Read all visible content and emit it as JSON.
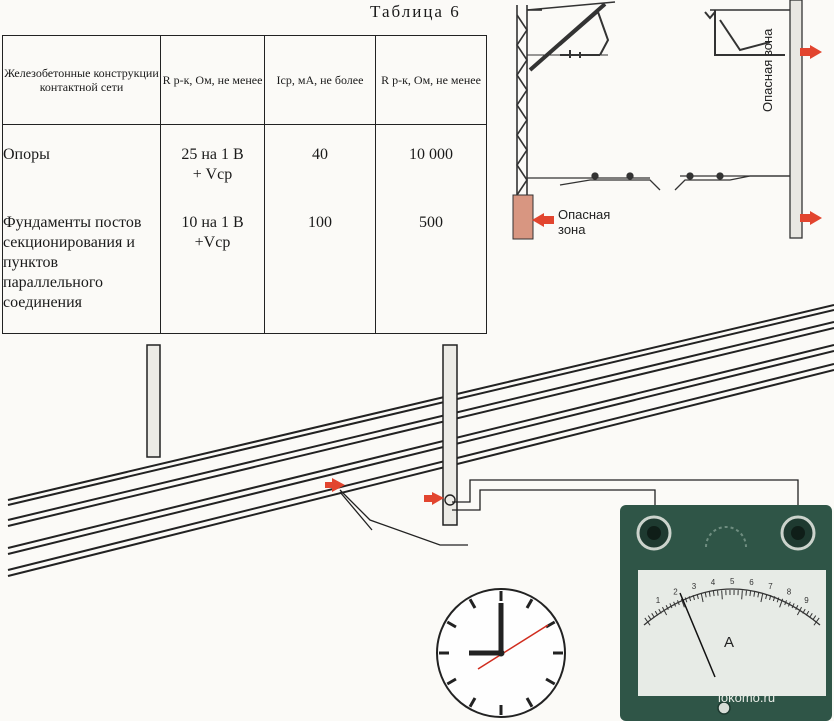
{
  "table": {
    "caption": "Таблица 6",
    "headers": [
      "Железобетонные конструкции контактной сети",
      "R р-к, Ом, не менее",
      "Iср, мА, не более",
      "R р-к, Ом, не менее"
    ],
    "rows": [
      {
        "name": "Опоры",
        "r_ratio": "25 на 1 В",
        "r_ratio_extra": "+ Vср",
        "current": "40",
        "resistance": "10 000"
      },
      {
        "name": "Фундаменты постов секционирования и пунктов параллельного соединения",
        "r_ratio": "10 на 1 В",
        "r_ratio_extra": "+Vср",
        "current": "100",
        "resistance": "500"
      }
    ]
  },
  "diagram": {
    "left_zone_label_line1": "Опасная",
    "left_zone_label_line2": "зона",
    "right_zone_label": "Опасная зона"
  },
  "meter": {
    "unit_label": "A",
    "scale_labels": [
      "1",
      "2",
      "3",
      "4",
      "5",
      "6",
      "7",
      "8",
      "9"
    ]
  },
  "watermark": "lokomo.ru",
  "colors": {
    "danger_arrow": "#e2452f",
    "meter_body": "#2f5547",
    "danger_zone": "#c96b4e"
  }
}
